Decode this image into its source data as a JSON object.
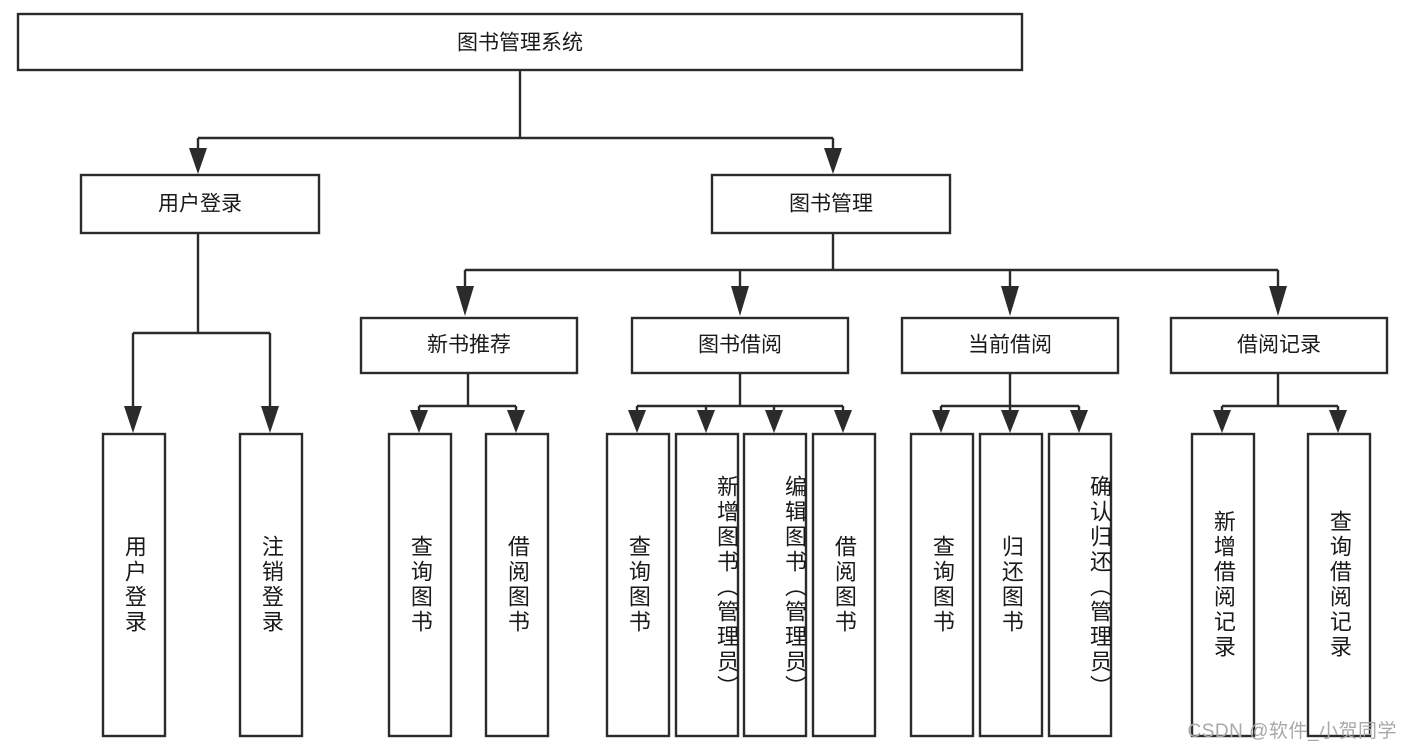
{
  "diagram": {
    "type": "hierarchy-tree",
    "title": "图书管理系统",
    "watermark": "CSDN @软件_小贺同学",
    "colors": {
      "box_stroke": "#2b2b2b",
      "box_fill": "#ffffff",
      "text": "#1a1a1a",
      "background": "#ffffff",
      "watermark": "#a8a8a8"
    },
    "root": {
      "label": "图书管理系统"
    },
    "level2": [
      {
        "label": "用户登录"
      },
      {
        "label": "图书管理"
      }
    ],
    "level3": [
      {
        "label": "新书推荐"
      },
      {
        "label": "图书借阅"
      },
      {
        "label": "当前借阅"
      },
      {
        "label": "借阅记录"
      }
    ],
    "leaves": {
      "user_login": [
        {
          "label": "用户登录"
        },
        {
          "label": "注销登录"
        }
      ],
      "new_book_recommend": [
        {
          "label": "查询图书"
        },
        {
          "label": "借阅图书"
        }
      ],
      "book_borrow": [
        {
          "label": "查询图书"
        },
        {
          "label": "新增图书（管理员）"
        },
        {
          "label": "编辑图书（管理员）"
        },
        {
          "label": "借阅图书"
        }
      ],
      "current_borrow": [
        {
          "label": "查询图书"
        },
        {
          "label": "归还图书"
        },
        {
          "label": "确认归还（管理员）"
        }
      ],
      "borrow_records": [
        {
          "label": "新增借阅记录"
        },
        {
          "label": "查询借阅记录"
        }
      ]
    }
  }
}
